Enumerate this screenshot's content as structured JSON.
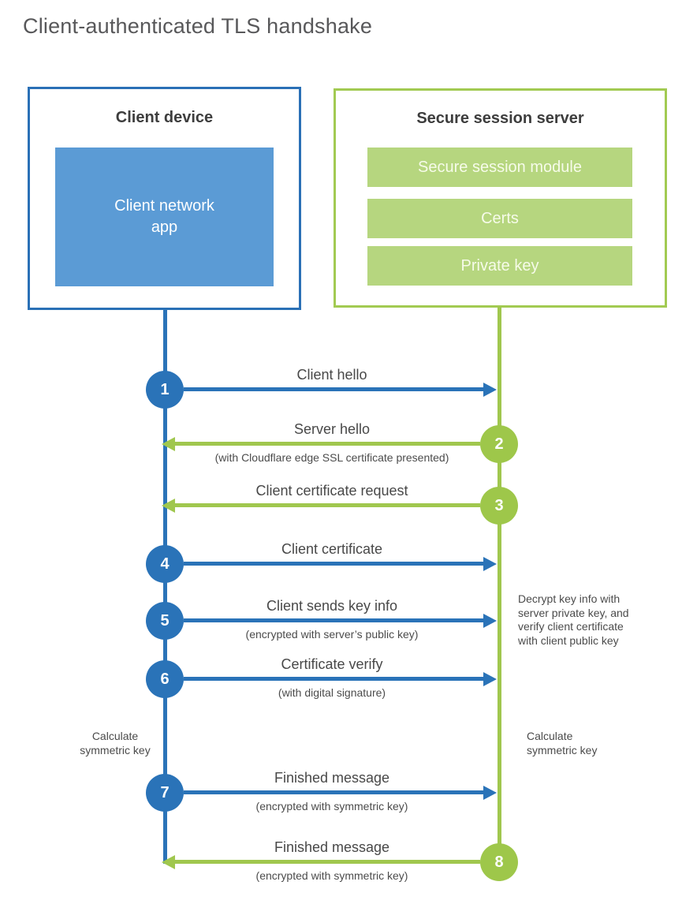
{
  "title": "Client-authenticated TLS handshake",
  "colors": {
    "blue_line": "#2a73b8",
    "blue_fill": "#5b9bd5",
    "blue_border": "#2a70b6",
    "green_line": "#a0c74e",
    "green_fill": "#b6d67f",
    "green_border": "#a2ca52"
  },
  "client_box": {
    "title": "Client device",
    "app_label": "Client network\napp"
  },
  "server_box": {
    "title": "Secure session server",
    "modules": [
      "Secure session module",
      "Certs",
      "Private key"
    ]
  },
  "steps": [
    {
      "number": "1",
      "from": "client",
      "to": "server",
      "label": "Client hello",
      "sublabel": ""
    },
    {
      "number": "2",
      "from": "server",
      "to": "client",
      "label": "Server hello",
      "sublabel": "(with Cloudflare edge SSL certificate presented)"
    },
    {
      "number": "3",
      "from": "server",
      "to": "client",
      "label": "Client certificate request",
      "sublabel": ""
    },
    {
      "number": "4",
      "from": "client",
      "to": "server",
      "label": "Client certificate",
      "sublabel": ""
    },
    {
      "number": "5",
      "from": "client",
      "to": "server",
      "label": "Client sends key info",
      "sublabel": "(encrypted with server’s public key)"
    },
    {
      "number": "6",
      "from": "client",
      "to": "server",
      "label": "Certificate verify",
      "sublabel": "(with digital signature)"
    },
    {
      "number": "7",
      "from": "client",
      "to": "server",
      "label": "Finished message",
      "sublabel": "(encrypted with symmetric key)"
    },
    {
      "number": "8",
      "from": "server",
      "to": "client",
      "label": "Finished message",
      "sublabel": "(encrypted with symmetric key)"
    }
  ],
  "notes": {
    "server_note": "Decrypt key info with\nserver private key, and\nverify client certificate\nwith client public key",
    "client_calc": "Calculate\nsymmetric key",
    "server_calc": "Calculate\nsymmetric key"
  }
}
